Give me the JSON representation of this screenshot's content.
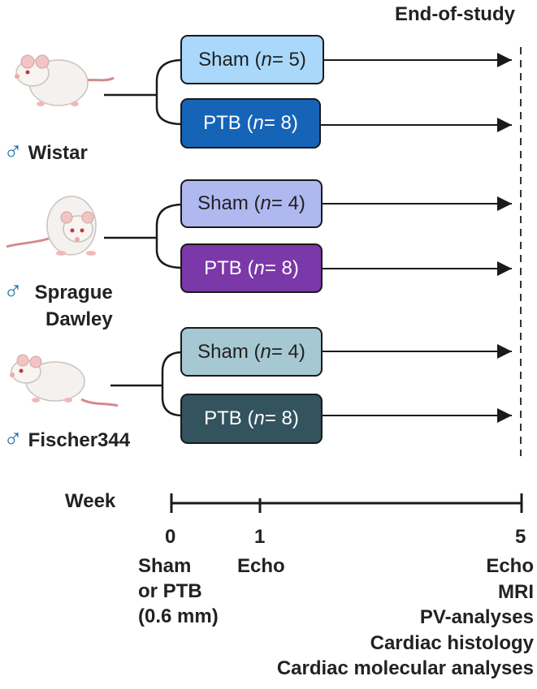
{
  "header": {
    "end_label": "End-of-study"
  },
  "male_symbol": "♂",
  "groups": [
    {
      "strain": "Wistar",
      "sham": {
        "prefix": "Sham (",
        "n_var": "n",
        "suffix": " = 5)",
        "color": "#a9d8fb"
      },
      "ptb": {
        "prefix": "PTB (",
        "n_var": "n",
        "suffix": " = 8)",
        "color": "#1664b8"
      }
    },
    {
      "strain_line1": "Sprague",
      "strain_line2": "Dawley",
      "sham": {
        "prefix": "Sham (",
        "n_var": "n",
        "suffix": " = 4)",
        "color": "#b0b8f0"
      },
      "ptb": {
        "prefix": "PTB (",
        "n_var": "n",
        "suffix": " = 8)",
        "color": "#7a38a8"
      }
    },
    {
      "strain": "Fischer344",
      "sham": {
        "prefix": "Sham (",
        "n_var": "n",
        "suffix": " = 4)",
        "color": "#a6c8d2"
      },
      "ptb": {
        "prefix": "PTB (",
        "n_var": "n",
        "suffix": " = 8)",
        "color": "#33535f"
      }
    }
  ],
  "timeline": {
    "label": "Week",
    "ticks": [
      {
        "week": "0",
        "lines": [
          "Sham",
          "or PTB",
          "(0.6 mm)"
        ]
      },
      {
        "week": "1",
        "lines": [
          "Echo"
        ]
      },
      {
        "week": "5",
        "lines": [
          "Echo",
          "MRI",
          "PV-analyses",
          "Cardiac histology",
          "Cardiac molecular analyses"
        ]
      }
    ]
  },
  "colors": {
    "male_symbol": "#1a6fa3",
    "text": "#222222"
  }
}
